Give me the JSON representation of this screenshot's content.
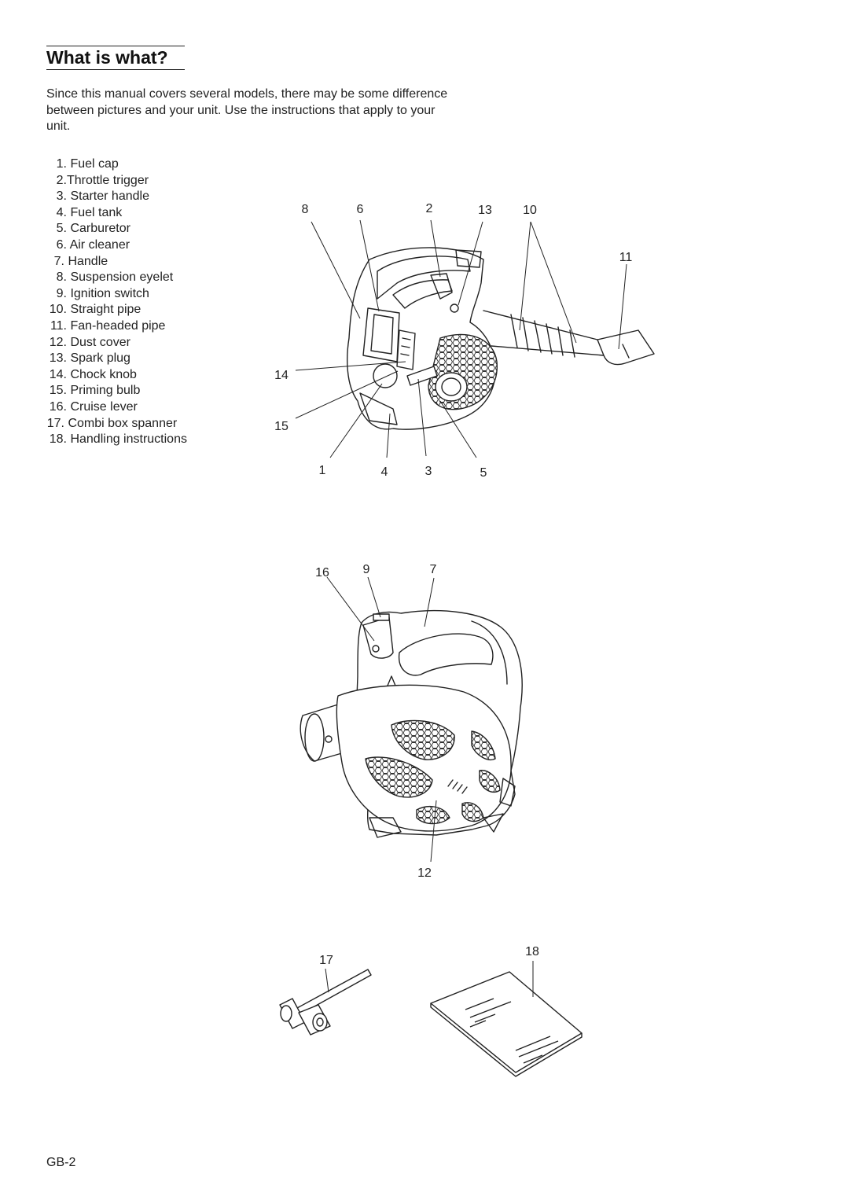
{
  "heading": "What is what?",
  "intro": "Since this manual covers several models, there may be some difference between pictures and your unit. Use the instructions that apply to your unit.",
  "parts": [
    {
      "num": "1.",
      "label": "Fuel cap"
    },
    {
      "num": "2.",
      "label": "Throttle trigger"
    },
    {
      "num": "3.",
      "label": "Starter handle"
    },
    {
      "num": "4.",
      "label": "Fuel tank"
    },
    {
      "num": "5.",
      "label": "Carburetor"
    },
    {
      "num": "6.",
      "label": "Air cleaner"
    },
    {
      "num": "7.",
      "label": "Handle"
    },
    {
      "num": "8.",
      "label": "Suspension eyelet"
    },
    {
      "num": "9.",
      "label": "Ignition switch"
    },
    {
      "num": "10.",
      "label": "Straight pipe"
    },
    {
      "num": "11.",
      "label": "Fan-headed pipe"
    },
    {
      "num": "12.",
      "label": "Dust cover"
    },
    {
      "num": "13.",
      "label": "Spark plug"
    },
    {
      "num": "14.",
      "label": "Chock knob"
    },
    {
      "num": "15.",
      "label": "Priming bulb"
    },
    {
      "num": "16.",
      "label": "Cruise lever"
    },
    {
      "num": "17.",
      "label": "Combi box spanner"
    },
    {
      "num": "18.",
      "label": "Handling instructions"
    }
  ],
  "callouts": {
    "c1": "1",
    "c2": "2",
    "c3": "3",
    "c4": "4",
    "c5": "5",
    "c6": "6",
    "c7": "7",
    "c8": "8",
    "c9": "9",
    "c10": "10",
    "c11": "11",
    "c12": "12",
    "c13": "13",
    "c14": "14",
    "c15": "15",
    "c16": "16",
    "c17": "17",
    "c18": "18"
  },
  "page_number": "GB-2"
}
